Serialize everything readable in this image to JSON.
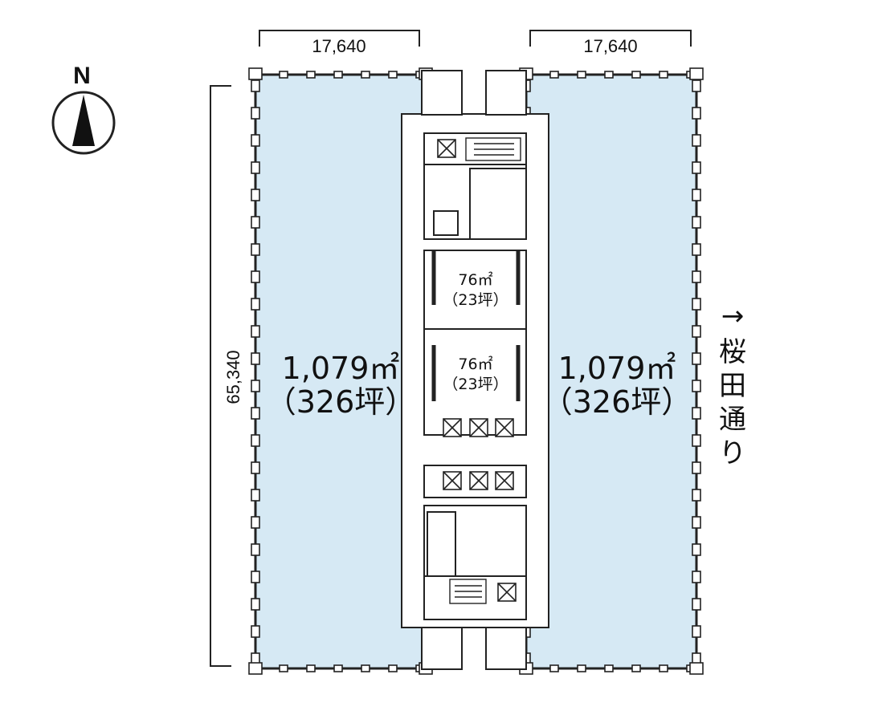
{
  "dimensions": {
    "top_left_width": "17,640",
    "top_right_width": "17,640",
    "left_height": "65,340"
  },
  "compass": {
    "label": "N"
  },
  "rooms": {
    "west_office": {
      "area": "1,079㎡",
      "tsubo": "（326坪）"
    },
    "east_office": {
      "area": "1,079㎡",
      "tsubo": "（326坪）"
    },
    "core_room_upper": {
      "area": "76㎡",
      "tsubo": "（23坪）"
    },
    "core_room_lower": {
      "area": "76㎡",
      "tsubo": "（23坪）"
    }
  },
  "street": {
    "arrow": "→",
    "chars": [
      "桜",
      "田",
      "通",
      "り"
    ]
  },
  "colors": {
    "office_fill": "#d6e9f4",
    "line": "#222222"
  }
}
